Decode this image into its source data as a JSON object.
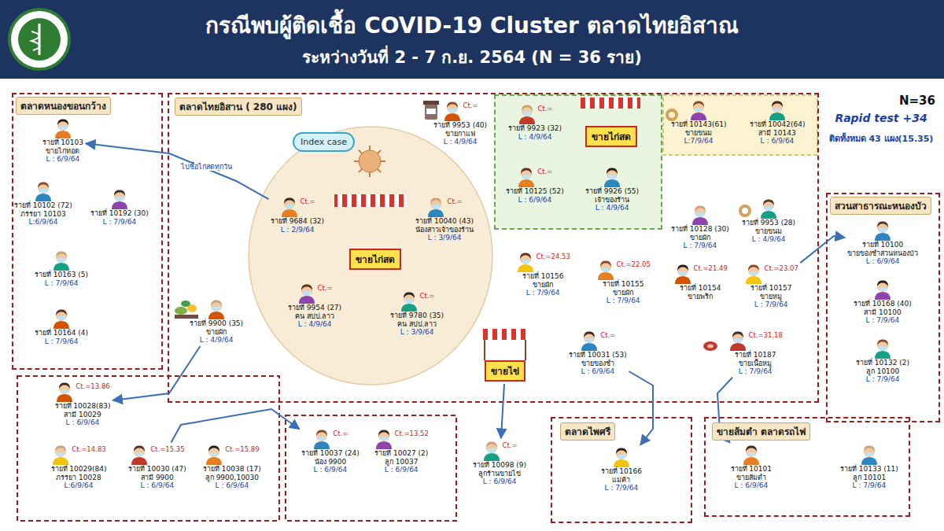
{
  "diagram": {
    "title": "กรณีพบผู้ติดเชื้อ COVID-19 Cluster ตลาดไทยอิสาณ",
    "nodes": [
      {
        "text": [
          "ตลาดหนองขอนกว้าง"
        ]
      },
      {
        "text": [
          "รายที่ 10103",
          "ขายไก่ทอด",
          "L : 6/9/64"
        ],
        "in": 0
      },
      {
        "text": [
          "รายที่ 10102 (72)",
          "ภรรยา 10103",
          "L:6/9/64"
        ],
        "in": 0
      },
      {
        "text": [
          "รายที่ 10192 (30)",
          "L : 7/9/64"
        ],
        "in": 0
      },
      {
        "text": [
          "รายที่ 10163 (5)",
          "L : 7/9/64"
        ],
        "in": 0
      },
      {
        "text": [
          "รายที่ 10164 (4)",
          "L : 7/9/64"
        ],
        "in": 0
      },
      {
        "text": [
          "ตลาดไทยอิสาน ( 280 แผง)"
        ]
      },
      {
        "text": [
          "Index case",
          "ขายไก่สด"
        ],
        "in": 6
      },
      {
        "text": [
          "Ct.=",
          "รายที่ 9684 (32)",
          "L : 2/9/64"
        ],
        "in": 7
      },
      {
        "text": [
          "Ct.=",
          "รายที่ 10040 (43)",
          "น้องสาวเจ้าของร้าน",
          "L : 3/9/64"
        ],
        "in": 7
      },
      {
        "text": [
          "Ct.=",
          "รายที่ 9954 (27)",
          "คน สปป.ลาว",
          "L : 4/9/64"
        ],
        "in": 7
      },
      {
        "text": [
          "Ct.=",
          "รายที่ 9780 (35)",
          "คน สปป.ลาว",
          "L : 3/9/64"
        ],
        "in": 7
      },
      {
        "text": [
          "Ct.=",
          "รายที่ 9953 (40)",
          "ขายกาแฟ",
          "L : 4/9/64"
        ],
        "in": 6
      },
      {
        "text": [
          "ขายไก่สด"
        ],
        "in": 6
      },
      {
        "text": [
          "Ct.=",
          "รายที่ 9923 (32)",
          "L : 4/9/64"
        ],
        "in": 13
      },
      {
        "text": [
          "Ct.=",
          "รายที่ 10125 (52)",
          "L : 6/9/64"
        ],
        "in": 13
      },
      {
        "text": [
          "รายที่ 9926 (55)",
          "เจ้าของร้าน",
          "L : 4/9/64"
        ],
        "in": 13
      },
      {
        "text": [
          "รายที่ 10143(61)",
          "ขายขนม",
          "L:7/9/64"
        ],
        "in": 6
      },
      {
        "text": [
          "รายที่ 10042(64)",
          "สามี 10143",
          "L : 6/9/64"
        ],
        "in": 6
      },
      {
        "text": [
          "รายที่ 9900 (35)",
          "ขายผัก",
          "L : 4/9/64"
        ],
        "in": 6
      },
      {
        "text": [
          "Ct.=24.53",
          "รายที่ 10156",
          "ขายผัก",
          "L : 7/9/64"
        ],
        "in": 6
      },
      {
        "text": [
          "ขายไข่"
        ],
        "in": 6
      },
      {
        "text": [
          "Ct.=22.05",
          "รายที่ 10155",
          "ขายผัก",
          "L : 7/9/64"
        ],
        "in": 6
      },
      {
        "text": [
          "Ct.=",
          "รายที่ 10031 (53)",
          "ขายของชำ",
          "L : 6/9/64"
        ],
        "in": 6
      },
      {
        "text": [
          "รายที่ 10128 (30)",
          "ขายผัก",
          "L : 7/9/64"
        ],
        "in": 6
      },
      {
        "text": [
          "รายที่ 9953 (28)",
          "ขายขนม",
          "L : 4/9/64"
        ],
        "in": 6
      },
      {
        "text": [
          "Ct.=21.49",
          "รายที่ 10154",
          "ขายพริก"
        ],
        "in": 6
      },
      {
        "text": [
          "Ct.=23.07",
          "รายที่ 10157",
          "ขายหมู",
          "L : 7/9/64"
        ],
        "in": 6
      },
      {
        "text": [
          "Ct.=31.18",
          "รายที่ 10187",
          "ขายเนื้อหมู",
          "L : 7/9/64"
        ],
        "in": 6
      },
      {
        "text": [
          "สวนสาธารณะหนองบัว"
        ]
      },
      {
        "text": [
          "รายที่ 10100",
          "ขายของชำสวนหนองบัว",
          "L : 6/9/64"
        ],
        "in": 29
      },
      {
        "text": [
          "รายที่ 10168 (40)",
          "สามี 10100",
          "L : 7/9/64"
        ],
        "in": 29
      },
      {
        "text": [
          "รายที่ 10132 (2)",
          "ลูก 10100",
          "L : 7/9/64"
        ],
        "in": 29
      },
      {
        "text": [
          "Ct.=13.86",
          "รายที่ 10028(83)",
          "สามี 10029",
          "L : 6/9/64"
        ]
      },
      {
        "text": [
          "Ct.=14.83",
          "รายที่ 10029(84)",
          "ภรรยา 10028",
          "L:6/9/64"
        ]
      },
      {
        "text": [
          "Ct.=15.35",
          "รายที่ 10030 (47)",
          "สามี 9900",
          "L : 6/9/64"
        ]
      },
      {
        "text": [
          "Ct.=15.89",
          "รายที่ 10038 (17)",
          "ลูก 9900,10030",
          "L : 6/9/64"
        ]
      },
      {
        "text": [
          "Ct.=",
          "รายที่ 10037 (24)",
          "น้อง 9900",
          "L : 6/9/64"
        ]
      },
      {
        "text": [
          "Ct.=13.52",
          "รายที่ 10027 (2)",
          "ลูก 10037",
          "L : 6/9/64"
        ]
      },
      {
        "text": [
          "Ct.=",
          "รายที่ 10098 (9)",
          "ลูกร้านขายไข่",
          "L : 6/9/64"
        ]
      },
      {
        "text": [
          "ตลาดไพศรี"
        ]
      },
      {
        "text": [
          "รายที่ 10166",
          "แม่ค้า",
          "L : 7/9/64"
        ],
        "in": 40
      },
      {
        "text": [
          "ขายส้มตำ ตลาดรถไฟ"
        ]
      },
      {
        "text": [
          "รายที่ 10101",
          "ขายส้มตำ",
          "L : 6/9/64"
        ],
        "in": 42
      },
      {
        "text": [
          "รายที่ 10133 (11)",
          "ลูก 10101",
          "L : 7/9/64"
        ],
        "in": 42
      }
    ],
    "edges": [
      {
        "from": 8,
        "to": 1,
        "label": "ไปซื้อไก่สดทุกวัน",
        "arrow": "to"
      },
      {
        "from": 27,
        "to": 30,
        "arrow": "to"
      },
      {
        "from": 19,
        "to": 33,
        "arrow": "to"
      },
      {
        "from": 35,
        "to": 37,
        "arrow": "to"
      },
      {
        "from": 21,
        "to": 39,
        "arrow": "to"
      },
      {
        "from": 23,
        "to": 41,
        "arrow": "to"
      },
      {
        "from": 28,
        "to": 43,
        "arrow": "to"
      }
    ],
    "labels": [
      "ระหว่างวันที่ 2 - 7 ก.ย. 2564 (N = 36 ราย)",
      "N=36",
      "Rapid test +34",
      "ติดทั้งหมด 43 แผง(15.35)"
    ]
  }
}
